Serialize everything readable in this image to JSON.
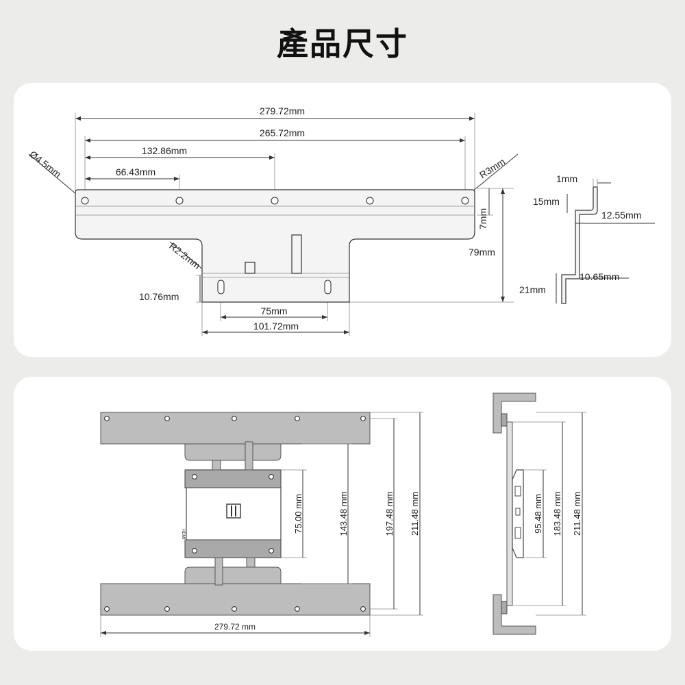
{
  "title": "產品尺寸",
  "top_panel": {
    "front_view": {
      "overall_width": "279.72mm",
      "hole_span": "265.72mm",
      "half_span": "132.86mm",
      "quarter_span": "66.43mm",
      "hole_diameter": "Ø4.5mm",
      "corner_radius": "R3mm",
      "inner_radius": "R2.2mm",
      "strip_height": "7mm",
      "total_height": "79mm",
      "slot_height": "10.76mm",
      "slot_spacing": "75mm",
      "lower_plate_width": "101.72mm"
    },
    "side_profile": {
      "thickness": "1mm",
      "top_flange": "15mm",
      "top_offset": "12.55mm",
      "bottom_offset": "10.65mm",
      "bottom_flange": "21mm"
    }
  },
  "bottom_panel": {
    "front_view": {
      "width_label": "279.72 mm",
      "vesa_label": "75.00 mm",
      "height_1": "143.48 mm",
      "height_2": "197.48 mm",
      "height_3": "211.48 mm",
      "device_label": "HDMI"
    },
    "side_view": {
      "height_1": "95.48 mm",
      "height_2": "183.48 mm",
      "height_3": "211.48 mm"
    }
  }
}
